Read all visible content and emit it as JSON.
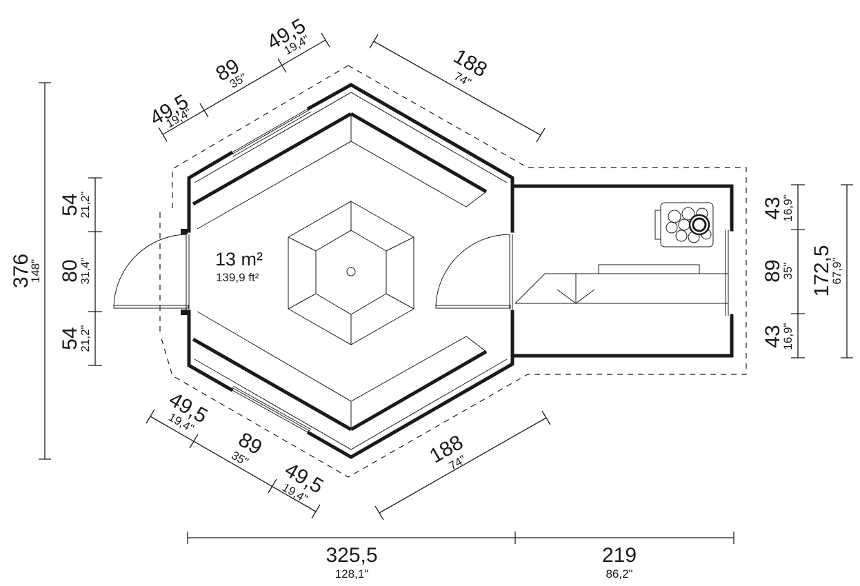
{
  "dimensions": {
    "top_left_1": {
      "main": "49,5",
      "sub": "19,4\""
    },
    "top_left_2": {
      "main": "89",
      "sub": "35\""
    },
    "top_left_3": {
      "main": "49,5",
      "sub": "19,4\""
    },
    "top_right": {
      "main": "188",
      "sub": "74\""
    },
    "bot_left_1": {
      "main": "49,5",
      "sub": "19,4\""
    },
    "bot_left_2": {
      "main": "89",
      "sub": "35\""
    },
    "bot_left_3": {
      "main": "49,5",
      "sub": "19,4\""
    },
    "bot_right": {
      "main": "188",
      "sub": "74\""
    },
    "left_total": {
      "main": "376",
      "sub": "148\""
    },
    "left_top": {
      "main": "54",
      "sub": "21,2\""
    },
    "left_mid": {
      "main": "80",
      "sub": "31,4\""
    },
    "left_bot": {
      "main": "54",
      "sub": "21,2\""
    },
    "right_top": {
      "main": "43",
      "sub": "16,9\""
    },
    "right_mid": {
      "main": "89",
      "sub": "35\""
    },
    "right_bot": {
      "main": "43",
      "sub": "16,9\""
    },
    "right_total": {
      "main": "172,5",
      "sub": "67,9\""
    },
    "bottom_left": {
      "main": "325,5",
      "sub": "128,1\""
    },
    "bottom_right": {
      "main": "219",
      "sub": "86,2\""
    }
  },
  "area": {
    "metric": "13 m²",
    "imperial": "139,9 ft²"
  }
}
